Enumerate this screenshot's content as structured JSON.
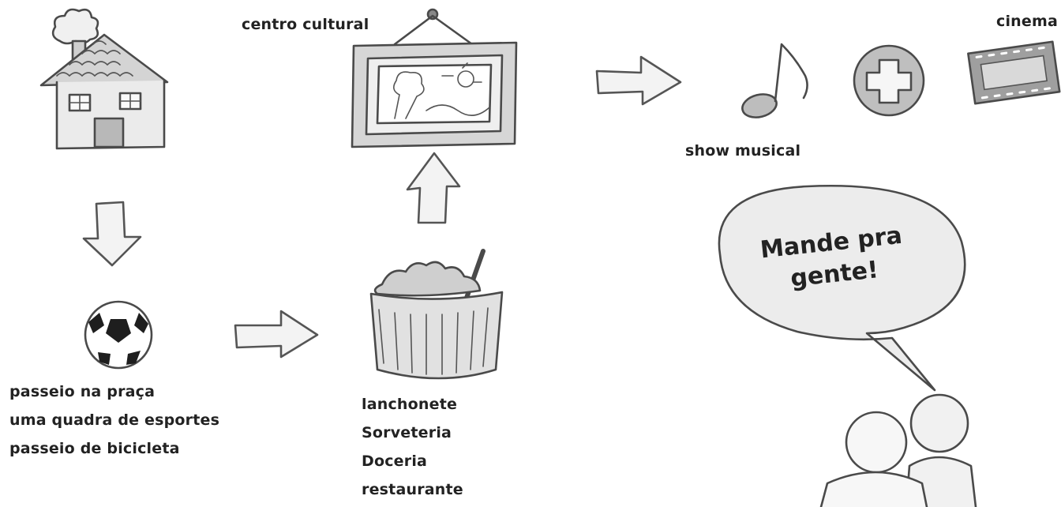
{
  "labels": {
    "centro_cultural": "centro cultural",
    "cinema": "cinema",
    "show_musical": "show musical",
    "praca_list": [
      "passeio na praça",
      "uma quadra de esportes",
      "passeio de bicicleta"
    ],
    "food_list": [
      "lanchonete",
      "Sorveteria",
      "Doceria",
      "restaurante"
    ],
    "bubble_lines": [
      "Mande pra",
      "gente!"
    ]
  },
  "icons": {
    "house": "house-icon",
    "painting": "framed-painting-icon",
    "music": "music-note-icon",
    "plus": "plus-circle-icon",
    "film": "film-strip-icon",
    "ball": "soccer-ball-icon",
    "food": "food-bowl-icon",
    "people": "two-people-icon",
    "bubble": "speech-bubble-icon"
  },
  "colors": {
    "stroke": "#4a4a4a",
    "fill_light": "#f3f3f3",
    "text": "#222222"
  }
}
